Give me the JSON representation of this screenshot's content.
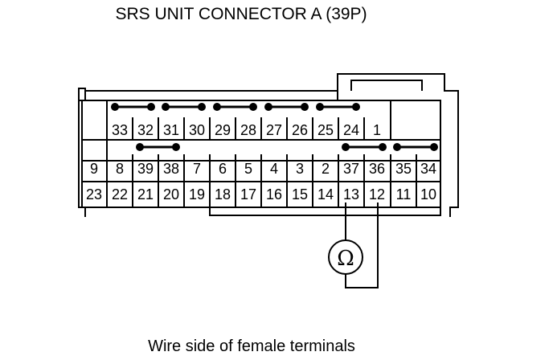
{
  "title": "SRS UNIT CONNECTOR A (39P)",
  "caption": "Wire side of female terminals",
  "meter_symbol": "Ω",
  "connector": {
    "row1": [
      "33",
      "32",
      "31",
      "30",
      "29",
      "28",
      "27",
      "26",
      "25",
      "24",
      "1"
    ],
    "row2": [
      "9",
      "8",
      "39",
      "38",
      "7",
      "6",
      "5",
      "4",
      "3",
      "2",
      "37",
      "36",
      "35",
      "34"
    ],
    "row3": [
      "23",
      "22",
      "21",
      "20",
      "19",
      "18",
      "17",
      "16",
      "15",
      "14",
      "13",
      "12",
      "11",
      "10"
    ],
    "shorting_bars": [
      [
        "33",
        "32"
      ],
      [
        "31",
        "30"
      ],
      [
        "29",
        "28"
      ],
      [
        "27",
        "26"
      ],
      [
        "25",
        "24"
      ],
      [
        "39",
        "38"
      ],
      [
        "37",
        "36"
      ],
      [
        "35",
        "34"
      ]
    ]
  },
  "measurement": {
    "between_terminals": [
      "13",
      "12"
    ],
    "meter": "ohmmeter"
  }
}
